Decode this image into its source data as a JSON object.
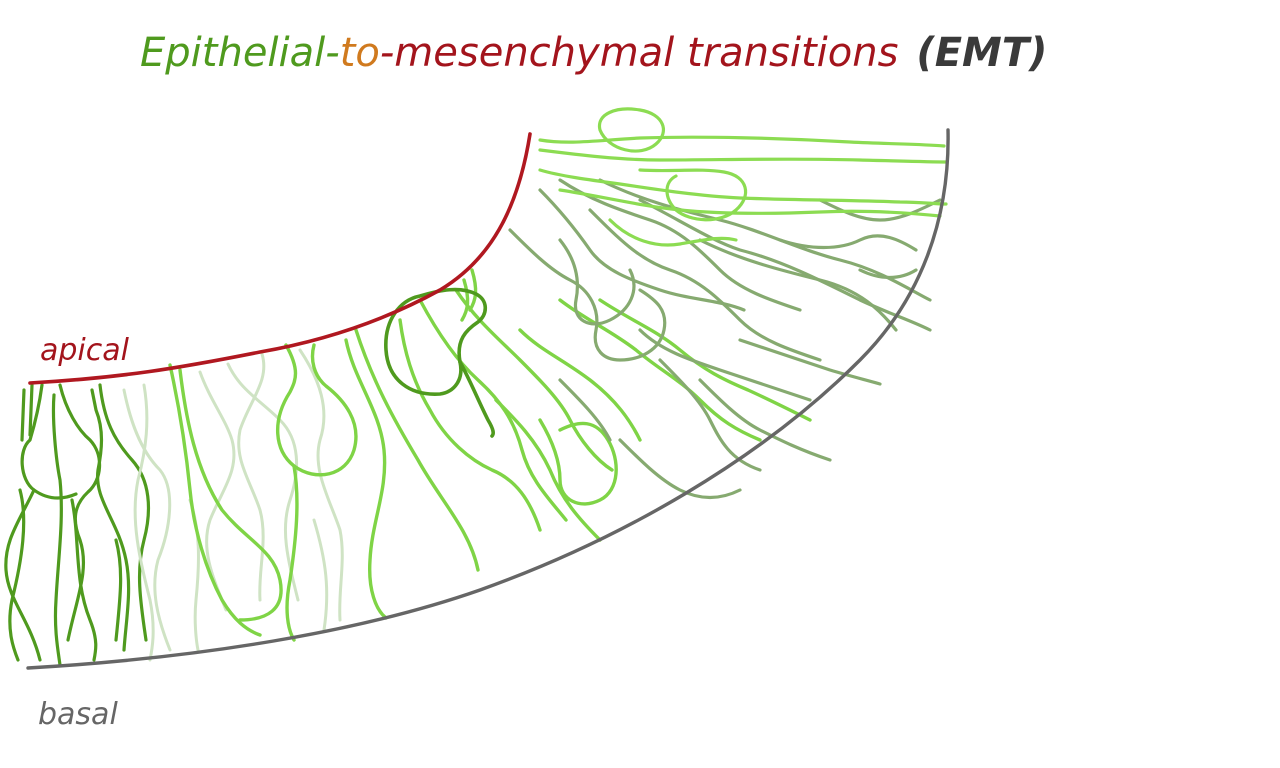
{
  "title": {
    "part1": "Epithelial-",
    "part2": "to",
    "part3": "-mesenchymal transitions",
    "part4": "(EMT)"
  },
  "labels": {
    "apical": "apical",
    "basal": "basal"
  },
  "colors": {
    "epithelial": "#4f9a1e",
    "to": "#d07a1e",
    "mesenchymal": "#a3141c",
    "emt": "#3a3a3a",
    "apical_line": "#b01820",
    "basal_line": "#666666",
    "cell_dark": "#4f9a1e",
    "cell_pale": "#cfe3c4",
    "cell_bright": "#7fd446",
    "cell_sage": "#86aa70"
  }
}
